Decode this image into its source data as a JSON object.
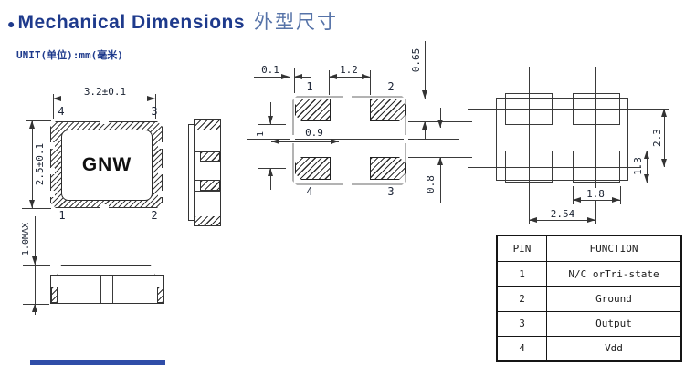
{
  "header": {
    "bullet": "●",
    "title": "Mechanical Dimensions",
    "subtitle_cn": "外型尺寸",
    "unit_note": "UNIT(单位):mm(毫米)"
  },
  "top_view": {
    "marking": "GNW",
    "dim_width": "3.2±0.1",
    "dim_height": "2.5±0.1",
    "pin_top_left": "4",
    "pin_top_right": "3",
    "pin_bottom_left": "1",
    "pin_bottom_right": "2"
  },
  "front_view": {
    "dim_height": "1.0MAX"
  },
  "bottom_view": {
    "pin_top_left": "1",
    "pin_top_right": "2",
    "pin_bottom_left": "4",
    "pin_bottom_right": "3",
    "dim_pad_inset": "0.1",
    "dim_pad_gap": "1.2",
    "dim_pad_height": "0.65",
    "dim_center_gap": "0.9",
    "dim_lower": "0.8",
    "dim_side": "1"
  },
  "land_pattern": {
    "dim_row_pitch": "2.3",
    "dim_pad_height": "1.3",
    "dim_pad_width": "1.8",
    "dim_col_pitch": "2.54"
  },
  "pin_table": {
    "headers": [
      "PIN",
      "FUNCTION"
    ],
    "rows": [
      [
        "1",
        "N/C orTri-state"
      ],
      [
        "2",
        "Ground"
      ],
      [
        "3",
        "Output"
      ],
      [
        "4",
        "Vdd"
      ]
    ]
  },
  "colors": {
    "title_blue": "#1e3a8c",
    "subtitle_blue": "#5673a8",
    "line": "#3a3a3a",
    "outline_gray": "#b3b3b3"
  }
}
